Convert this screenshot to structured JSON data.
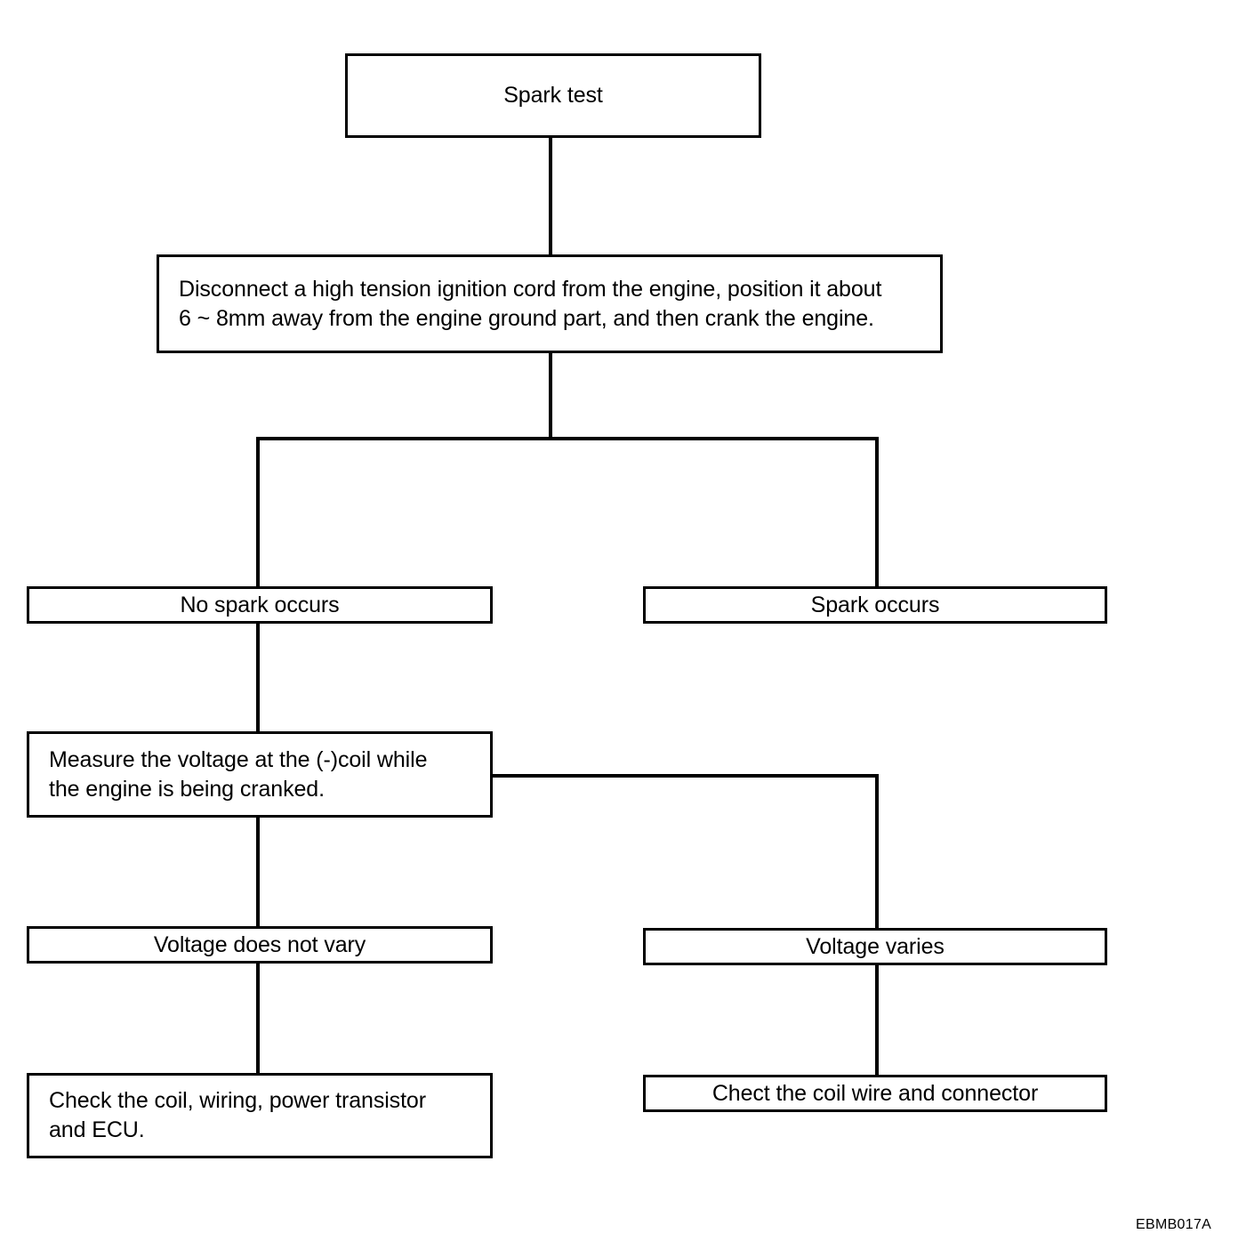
{
  "diagram": {
    "title": "Spark test troubleshooting flowchart",
    "figure_code": "EBMB017A",
    "nodes": {
      "spark_test": "Spark test",
      "disconnect": "Disconnect a high tension ignition cord from the engine, position it about\n6 ~ 8mm away from the engine ground part, and then crank the engine.",
      "no_spark": "No spark occurs",
      "spark_occurs": "Spark occurs",
      "measure_voltage": "Measure the voltage at the (-)coil while\nthe engine is being cranked.",
      "voltage_not_vary": "Voltage does not vary",
      "voltage_varies": "Voltage varies",
      "check_coil_wiring": "Check the coil, wiring, power transistor\nand ECU.",
      "check_coil_wire": "Chect the coil wire and connector"
    },
    "colors": {
      "background": "#ffffff",
      "stroke": "#000000",
      "text": "#000000"
    }
  }
}
